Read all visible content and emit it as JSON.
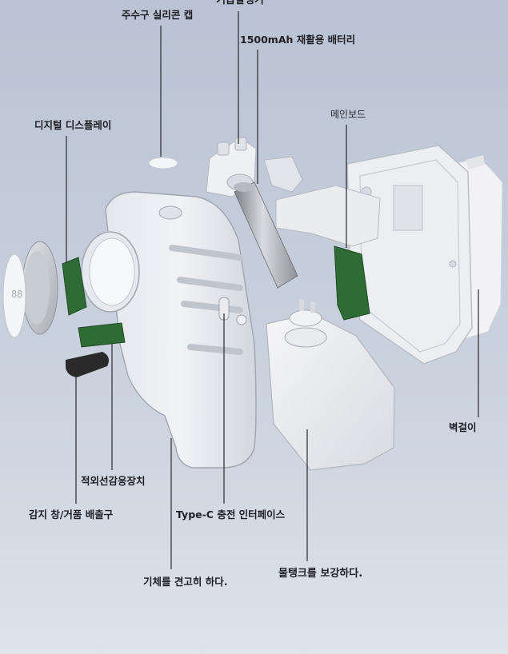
{
  "diagram": {
    "labels": {
      "top_cut": "기습발생기",
      "silicone_cap": "주수구 실리콘 캡",
      "battery": "1500mAh 재활용 배터리",
      "digital_display": "디지털 디스플레이",
      "mainboard": "메인보드",
      "wall_mount": "벽걸이",
      "ir_sensor": "적외선감응장치",
      "foam_outlet": "감지 창/거품 배출구",
      "type_c": "Type-C 충전 인터페이스",
      "body": "기체를 견고히 하다.",
      "water_tank": "물탱크를 보강하다."
    },
    "display_digits": "88",
    "colors": {
      "background": "#c4ccda",
      "label_text": "#1e1e24",
      "leader_line": "#2a2a30",
      "pcb_green": "#2f6b34",
      "nozzle_black": "#2a2a2a"
    }
  }
}
